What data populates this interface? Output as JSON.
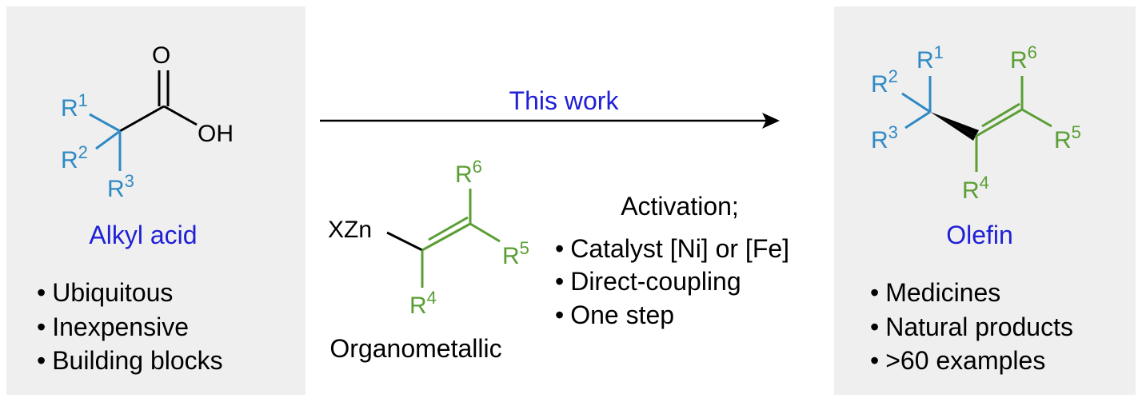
{
  "colors": {
    "panel_bg": "#efefef",
    "alkyl_blue": "#2f8ac4",
    "vinyl_green": "#5a9e34",
    "caption_blue": "#1f1fd6",
    "ink": "#000000"
  },
  "left_panel": {
    "atoms": {
      "O_top": "O",
      "OH": "OH",
      "R": "R",
      "sup1": "1",
      "sup2": "2",
      "sup3": "3"
    },
    "caption": "Alkyl acid",
    "bullets": [
      "Ubiquitous",
      "Inexpensive",
      "Building blocks"
    ]
  },
  "center": {
    "arrow_label": "This work",
    "reagent": {
      "metal": "XZn",
      "R": "R",
      "sup4": "4",
      "sup5": "5",
      "sup6": "6",
      "caption": "Organometallic"
    },
    "conditions": {
      "heading": "Activation;",
      "bullets": [
        "Catalyst [Ni] or [Fe]",
        "Direct-coupling",
        "One step"
      ]
    }
  },
  "right_panel": {
    "atoms": {
      "R": "R",
      "sup1": "1",
      "sup2": "2",
      "sup3": "3",
      "sup4": "4",
      "sup5": "5",
      "sup6": "6"
    },
    "caption": "Olefin",
    "bullets": [
      "Medicines",
      "Natural products",
      ">60 examples"
    ]
  },
  "bullet_glyph": "•"
}
